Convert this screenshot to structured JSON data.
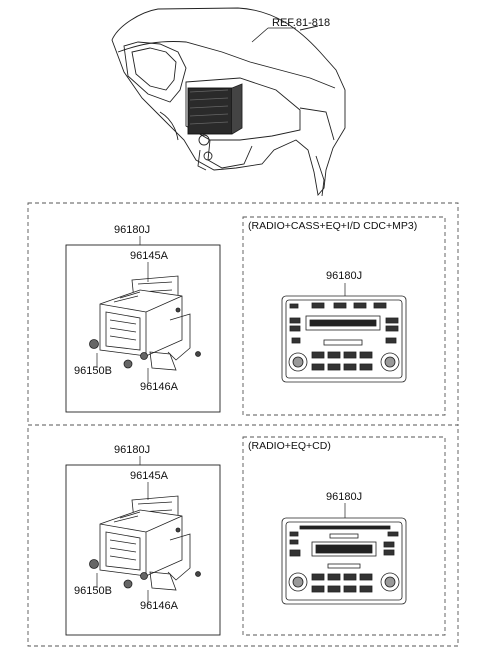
{
  "header": {
    "ref_label": "REF.81-818"
  },
  "sections": [
    {
      "variant_label": "(RADIO+CASS+EQ+I/D CDC+MP3)",
      "assembly_part": "96180J",
      "callouts": {
        "bracket_top": "96145A",
        "knob": "96150B",
        "bracket_bottom": "96146A"
      },
      "detail_part": "96180J"
    },
    {
      "variant_label": "(RADIO+EQ+CD)",
      "assembly_part": "96180J",
      "callouts": {
        "bracket_top": "96145A",
        "knob": "96150B",
        "bracket_bottom": "96146A"
      },
      "detail_part": "96180J"
    }
  ]
}
